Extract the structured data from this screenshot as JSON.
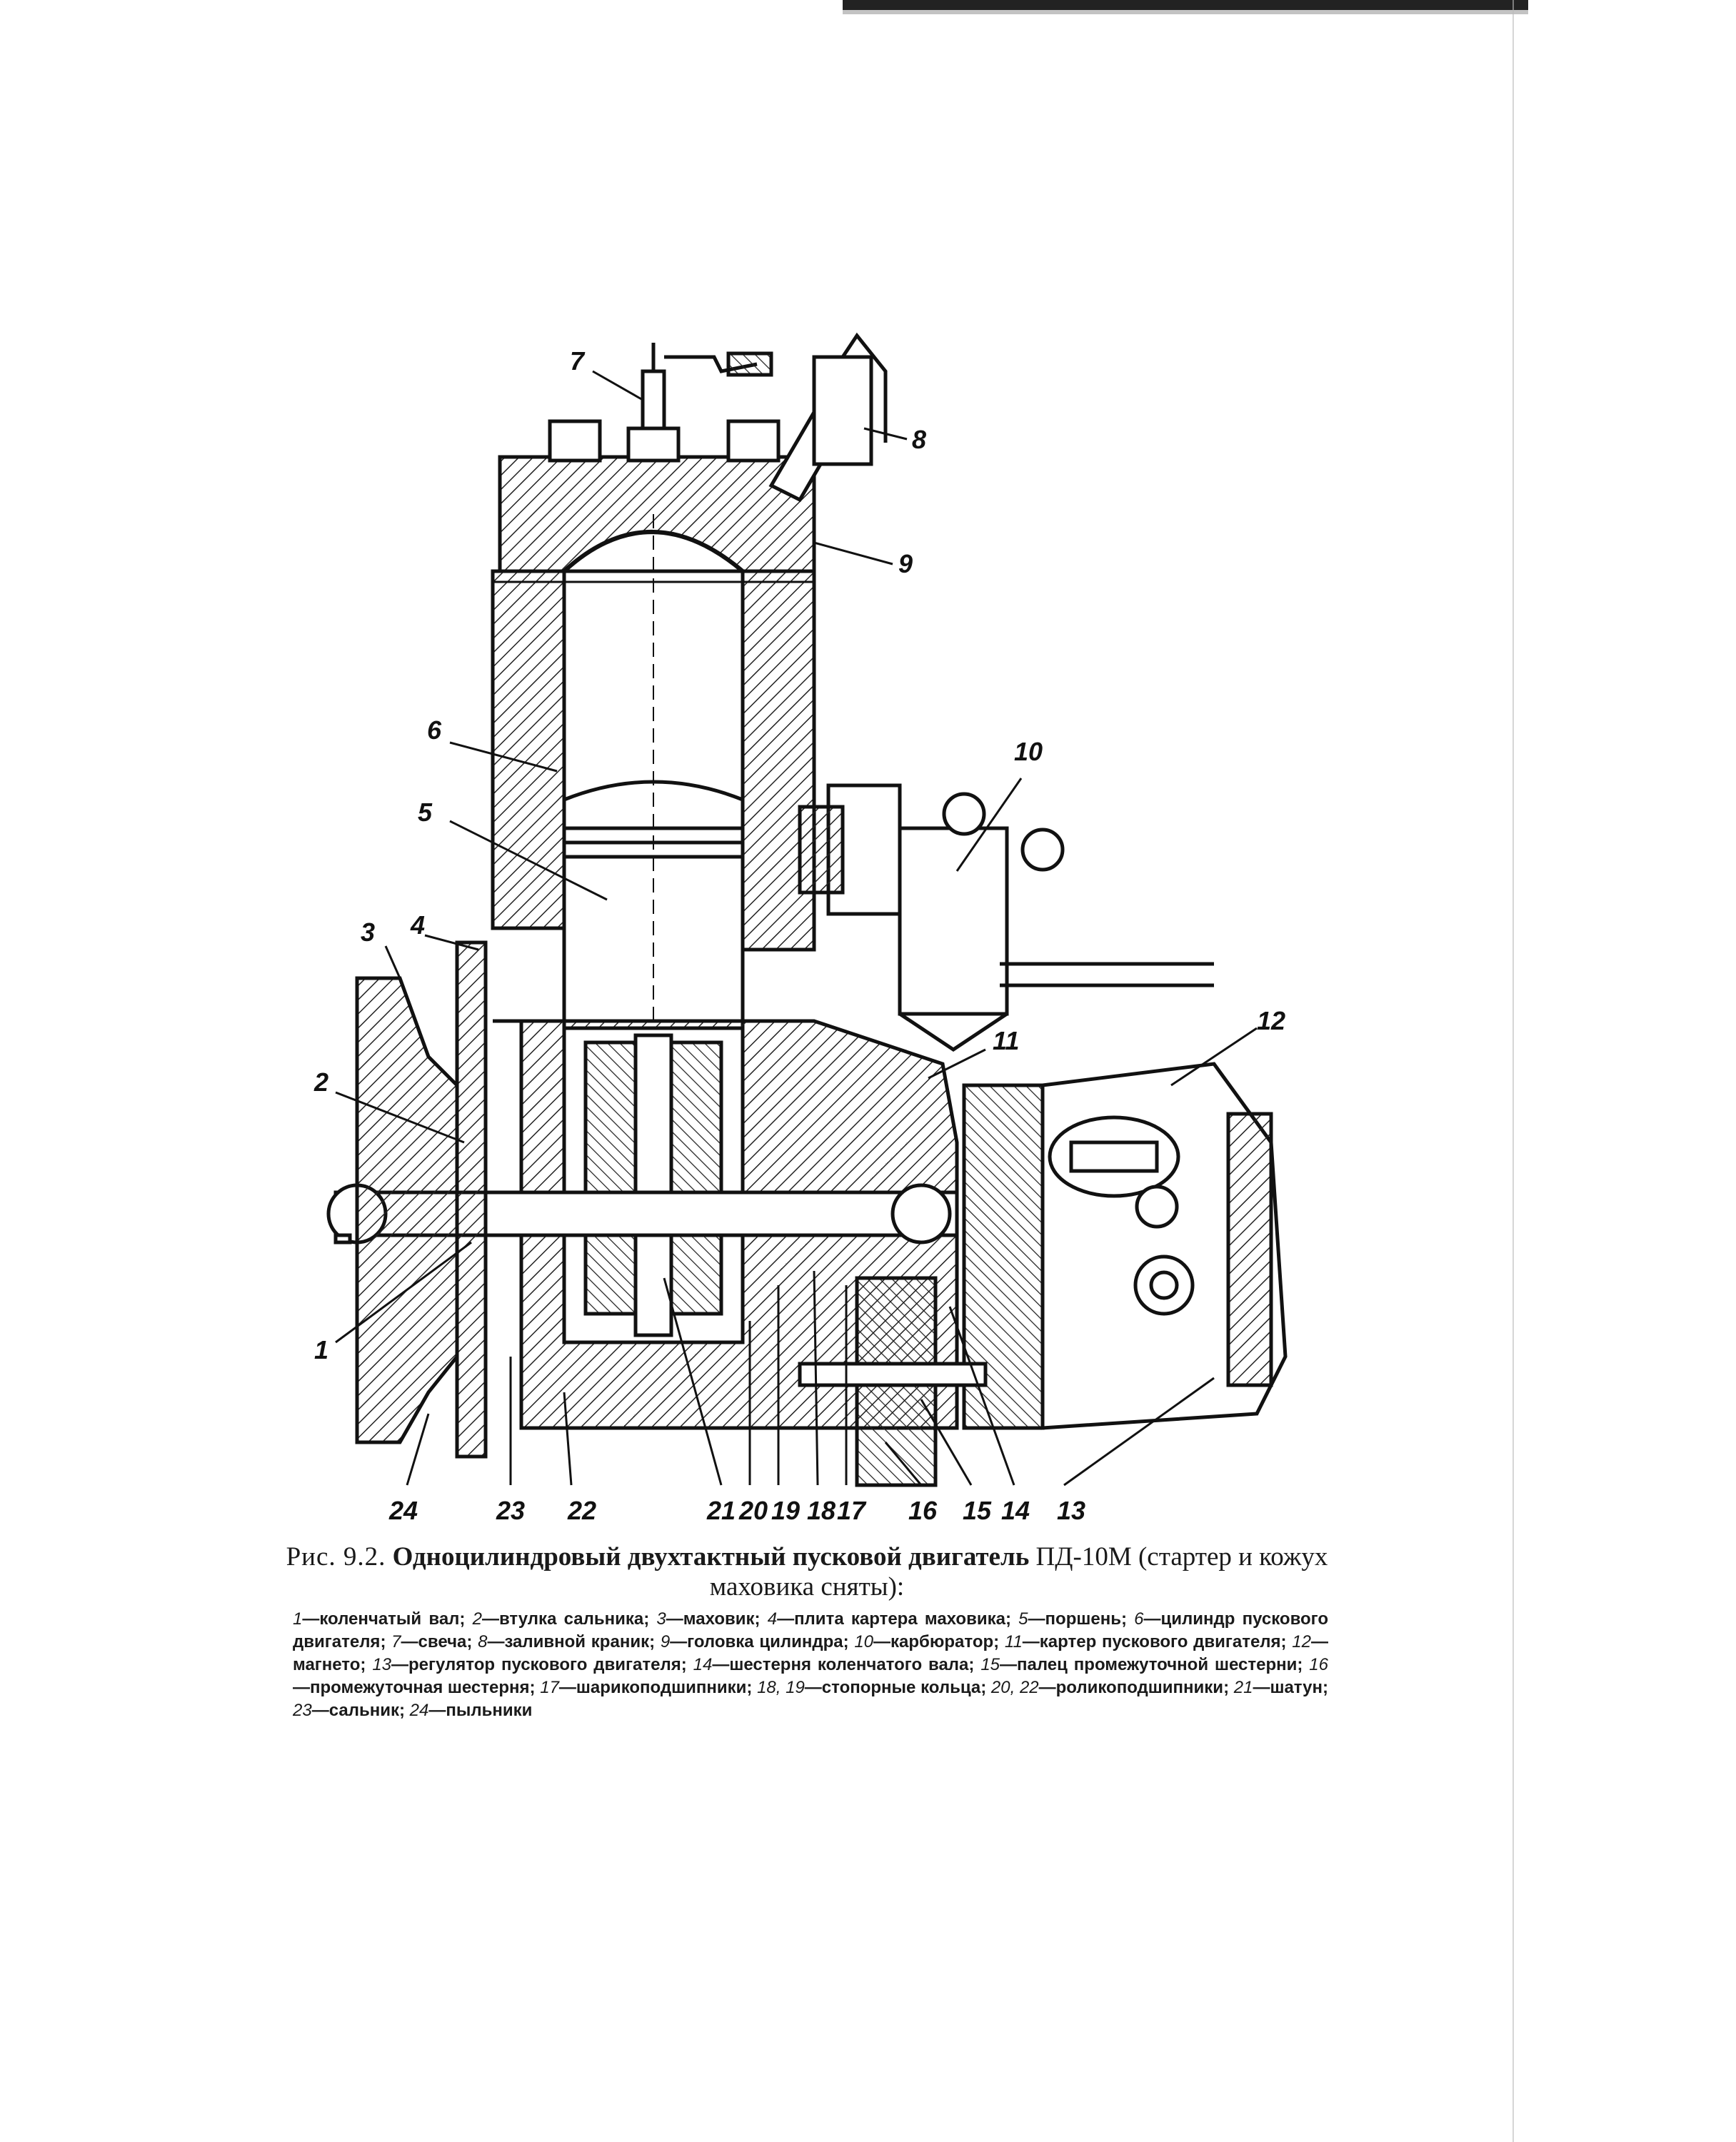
{
  "figure": {
    "numbers": [
      "7",
      "8",
      "9",
      "6",
      "10",
      "5",
      "3",
      "4",
      "2",
      "11",
      "12",
      "1",
      "24",
      "23",
      "22",
      "21",
      "20",
      "19",
      "18",
      "17",
      "16",
      "15",
      "14",
      "13"
    ]
  },
  "caption": {
    "label": "Рис. 9.2.",
    "title": "Одноцилиндровый двухтактный пусковой двигатель",
    "model": "ПД-10М",
    "note": "(стартер и кожух маховика сняты):"
  },
  "legend": [
    {
      "key": "1",
      "text": "коленчатый вал"
    },
    {
      "key": "2",
      "text": "втулка сальника"
    },
    {
      "key": "3",
      "text": "маховик"
    },
    {
      "key": "4",
      "text": "плита картера маховика"
    },
    {
      "key": "5",
      "text": "поршень"
    },
    {
      "key": "6",
      "text": "цилиндр пускового двигателя"
    },
    {
      "key": "7",
      "text": "свеча"
    },
    {
      "key": "8",
      "text": "заливной краник"
    },
    {
      "key": "9",
      "text": "головка цилиндра"
    },
    {
      "key": "10",
      "text": "карбюратор"
    },
    {
      "key": "11",
      "text": "картер пускового двигателя"
    },
    {
      "key": "12",
      "text": "магнето"
    },
    {
      "key": "13",
      "text": "регулятор пускового двигателя"
    },
    {
      "key": "14",
      "text": "шестерня коленчатого вала"
    },
    {
      "key": "15",
      "text": "палец промежуточной шестерни"
    },
    {
      "key": "16",
      "text": "промежуточная шестерня"
    },
    {
      "key": "17",
      "text": "шарикоподшипники"
    },
    {
      "key": "18, 19",
      "text": "стопорные кольца"
    },
    {
      "key": "20, 22",
      "text": "роликоподшипники"
    },
    {
      "key": "21",
      "text": "шатун"
    },
    {
      "key": "23",
      "text": "сальник"
    },
    {
      "key": "24",
      "text": "пыльники"
    }
  ]
}
